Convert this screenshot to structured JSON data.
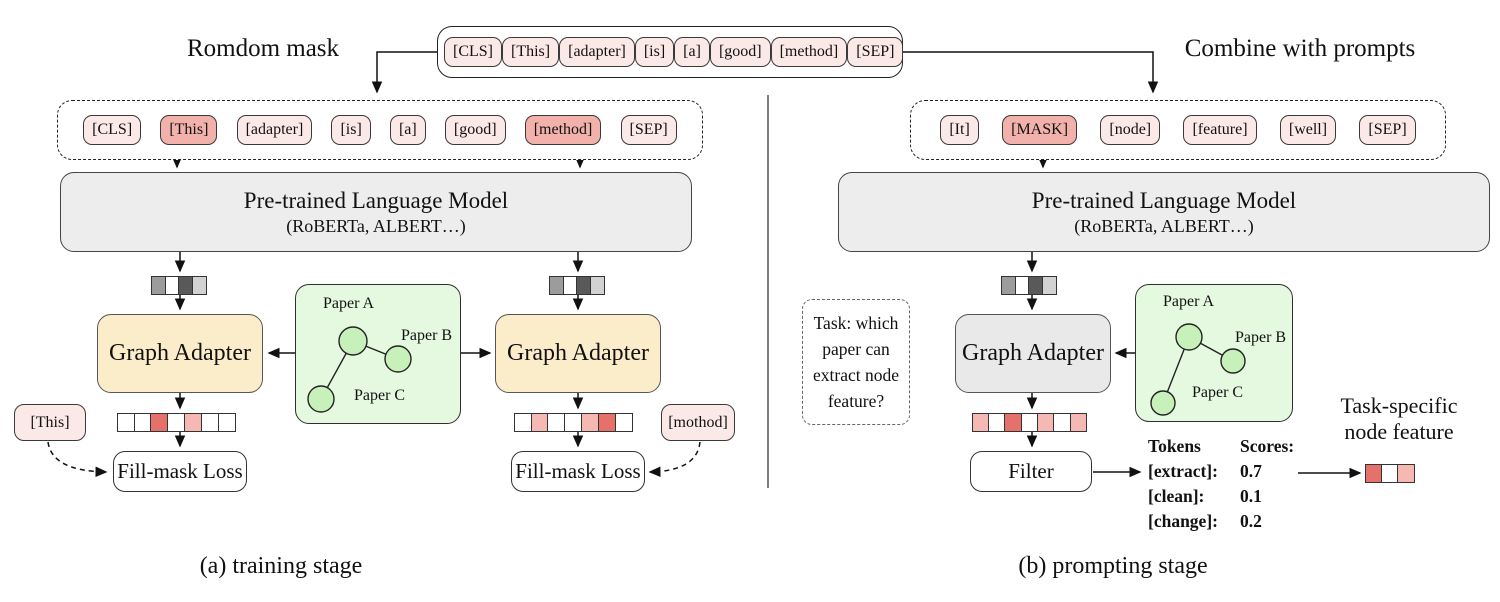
{
  "figure": {
    "labels": {
      "random_mask": "Romdom mask",
      "combine_with_prompts": "Combine with prompts",
      "caption_a": "(a) training stage",
      "caption_b": "(b) prompting stage",
      "task_specific_line1": "Task-specific",
      "task_specific_line2": "node feature"
    },
    "plm": {
      "title": "Pre-trained Language Model",
      "subtitle": "(RoBERTa, ALBERT…)"
    },
    "graph_adapter_label": "Graph Adapter",
    "fill_mask_loss_label": "Fill-mask Loss",
    "filter_label": "Filter",
    "side_tokens": {
      "left": "[This]",
      "right": "[mothod]"
    },
    "top_tokens": [
      {
        "label": "[CLS]",
        "masked": false
      },
      {
        "label": "[This]",
        "masked": false
      },
      {
        "label": "[adapter]",
        "masked": false
      },
      {
        "label": "[is]",
        "masked": false
      },
      {
        "label": "[a]",
        "masked": false
      },
      {
        "label": "[good]",
        "masked": false
      },
      {
        "label": "[method]",
        "masked": false
      },
      {
        "label": "[SEP]",
        "masked": false
      }
    ],
    "masked_tokens": [
      {
        "label": "[CLS]",
        "masked": false
      },
      {
        "label": "[This]",
        "masked": true
      },
      {
        "label": "[adapter]",
        "masked": false
      },
      {
        "label": "[is]",
        "masked": false
      },
      {
        "label": "[a]",
        "masked": false
      },
      {
        "label": "[good]",
        "masked": false
      },
      {
        "label": "[method]",
        "masked": true
      },
      {
        "label": "[SEP]",
        "masked": false
      }
    ],
    "prompt_tokens": [
      {
        "label": "[It]",
        "masked": false
      },
      {
        "label": "[MASK]",
        "masked": true
      },
      {
        "label": "[node]",
        "masked": false
      },
      {
        "label": "[feature]",
        "masked": false
      },
      {
        "label": "[well]",
        "masked": false
      },
      {
        "label": "[SEP]",
        "masked": false
      }
    ],
    "graph": {
      "nodes": [
        "Paper A",
        "Paper B",
        "Paper C"
      ]
    },
    "task_box_lines": [
      "Task: which",
      "paper can",
      "extract node",
      "feature?"
    ],
    "scores": {
      "header_tokens": "Tokens",
      "header_scores": "Scores:",
      "rows": [
        {
          "token": "[extract]:",
          "score": "0.7"
        },
        {
          "token": "[clean]:",
          "score": "0.1"
        },
        {
          "token": "[change]:",
          "score": "0.2"
        }
      ]
    },
    "colors": {
      "pill": "#fbe9e7",
      "pill_masked": "#f2b1aa",
      "plm_fill": "#ededed",
      "adapter_tan": "#fcedca",
      "adapter_gray": "#e9e9e9",
      "graph_fill": "#e5f8e0",
      "node_fill": "#c8f0bb",
      "cell_red": "#e4716a",
      "cell_pink": "#f5b8b2"
    },
    "strips": {
      "plm_output": [
        "#9c9c9c",
        "#ffffff",
        "#595959",
        "#d2d2d2"
      ],
      "left_adapter_output": [
        "#ffffff",
        "#ffffff",
        "#e4716a",
        "#ffffff",
        "#f5b8b2",
        "#ffffff",
        "#ffffff"
      ],
      "right_adapter_output": [
        "#ffffff",
        "#f5b8b2",
        "#ffffff",
        "#ffffff",
        "#f5b8b2",
        "#e4716a",
        "#ffffff"
      ],
      "prompt_adapter_output": [
        "#f5b8b2",
        "#ffffff",
        "#e4716a",
        "#ffffff",
        "#f5b8b2",
        "#ffffff",
        "#f5b8b2"
      ],
      "task_feature": [
        "#e4716a",
        "#ffffff",
        "#f5b8b2"
      ]
    }
  }
}
